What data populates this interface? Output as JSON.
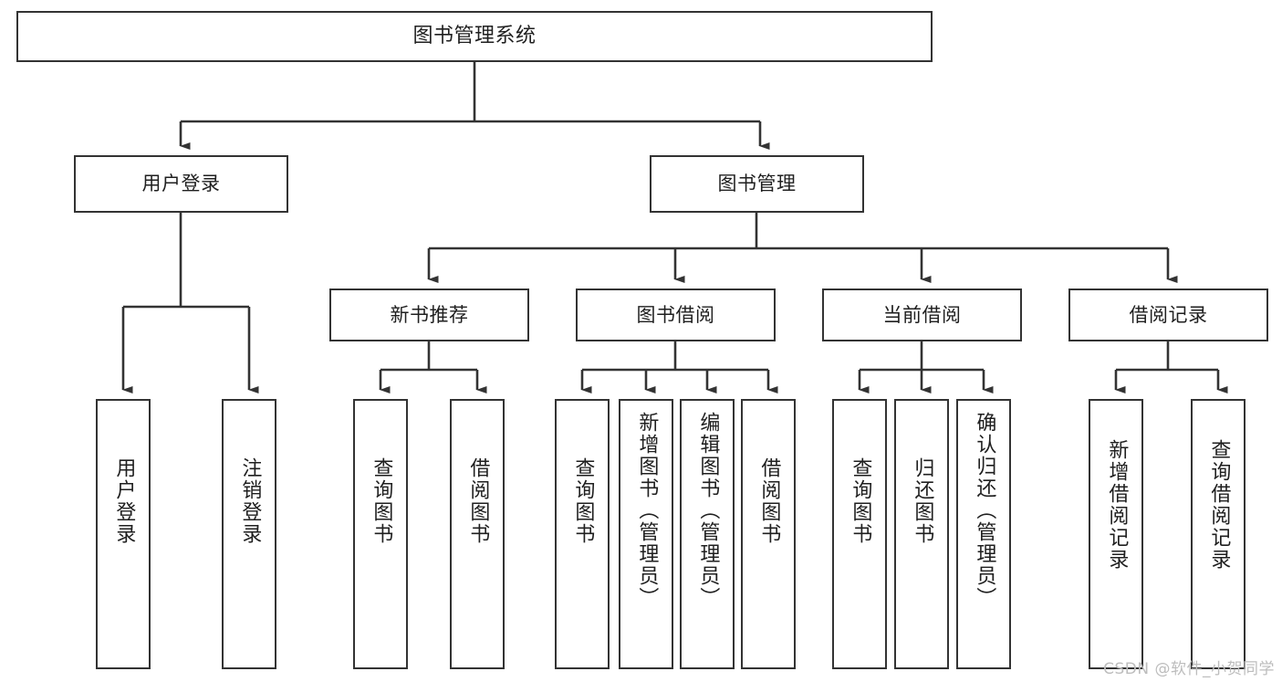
{
  "diagram": {
    "title": "图书管理系统",
    "type": "hierarchy-tree",
    "watermark": "CSDN @软件_小贺同学",
    "colors": {
      "stroke": "#333333",
      "fill": "#ffffff",
      "text": "#1f1f1f",
      "watermark": "#bdbdbd"
    },
    "root": {
      "label": "图书管理系统"
    },
    "level2": [
      {
        "label": "用户登录"
      },
      {
        "label": "图书管理"
      }
    ],
    "level3": [
      {
        "label": "新书推荐"
      },
      {
        "label": "图书借阅"
      },
      {
        "label": "当前借阅"
      },
      {
        "label": "借阅记录"
      }
    ],
    "leaves": {
      "user_login": [
        {
          "label": "用户登录"
        },
        {
          "label": "注销登录"
        }
      ],
      "new_book": [
        {
          "label": "查询图书"
        },
        {
          "label": "借阅图书"
        }
      ],
      "book_borrow": [
        {
          "label": "查询图书"
        },
        {
          "label": "新增图书（管理员）"
        },
        {
          "label": "编辑图书（管理员）"
        },
        {
          "label": "借阅图书"
        }
      ],
      "current_borrow": [
        {
          "label": "查询图书"
        },
        {
          "label": "归还图书"
        },
        {
          "label": "确认归还（管理员）"
        }
      ],
      "borrow_record": [
        {
          "label": "新增借阅记录"
        },
        {
          "label": "查询借阅记录"
        }
      ]
    }
  }
}
